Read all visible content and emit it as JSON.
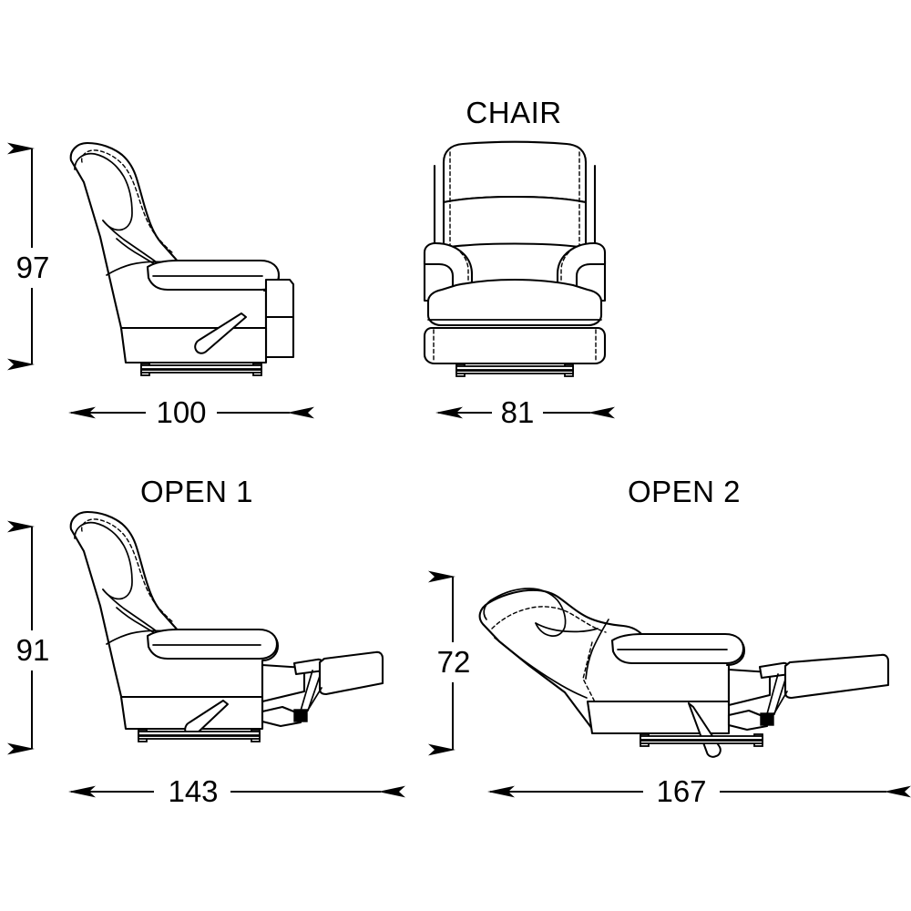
{
  "drawing": {
    "title": "Recliner chair dimensioned technical drawing",
    "units_note": "",
    "line_color": "#000000",
    "background_color": "#ffffff"
  },
  "views": [
    {
      "id": "chair-side",
      "label": "",
      "position": "top-left",
      "kind": "side-elevation",
      "dimensions": {
        "height": {
          "value": "97",
          "orientation": "vertical"
        },
        "width": {
          "value": "100",
          "orientation": "horizontal"
        }
      }
    },
    {
      "id": "chair-front",
      "label": "CHAIR",
      "position": "top-right",
      "kind": "front-elevation",
      "dimensions": {
        "width": {
          "value": "81",
          "orientation": "horizontal"
        }
      }
    },
    {
      "id": "open-1",
      "label": "OPEN 1",
      "position": "bottom-left",
      "kind": "side-elevation-reclined",
      "dimensions": {
        "height": {
          "value": "91",
          "orientation": "vertical"
        },
        "width": {
          "value": "143",
          "orientation": "horizontal"
        }
      }
    },
    {
      "id": "open-2",
      "label": "OPEN 2",
      "position": "bottom-right",
      "kind": "side-elevation-fully-reclined",
      "dimensions": {
        "height": {
          "value": "72",
          "orientation": "vertical"
        },
        "width": {
          "value": "167",
          "orientation": "horizontal"
        }
      }
    }
  ],
  "labels": {
    "chair": "CHAIR",
    "open1": "OPEN 1",
    "open2": "OPEN 2"
  },
  "dims": {
    "side_height": "97",
    "side_width": "100",
    "front_width": "81",
    "open1_height": "91",
    "open1_width": "143",
    "open2_height": "72",
    "open2_width": "167"
  }
}
